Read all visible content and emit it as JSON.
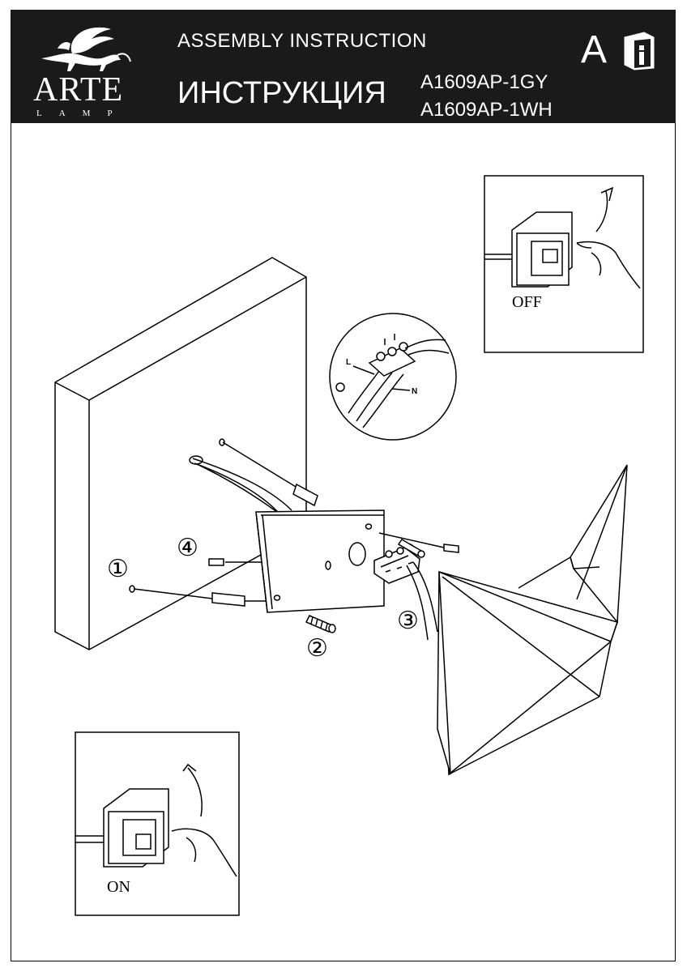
{
  "header": {
    "brand": "ARTE",
    "brand_sub": "LAMP",
    "title_en": "ASSEMBLY INSTRUCTION",
    "title_ru": "ИНСТРУКЦИЯ",
    "models": [
      "A1609AP-1GY",
      "A1609AP-1WH"
    ],
    "section_letter": "A"
  },
  "diagram": {
    "callouts": [
      "①",
      "②",
      "③",
      "④"
    ],
    "wiring": {
      "live": "L",
      "neutral": "N"
    },
    "switch_off_label": "OFF",
    "switch_on_label": "ON"
  }
}
